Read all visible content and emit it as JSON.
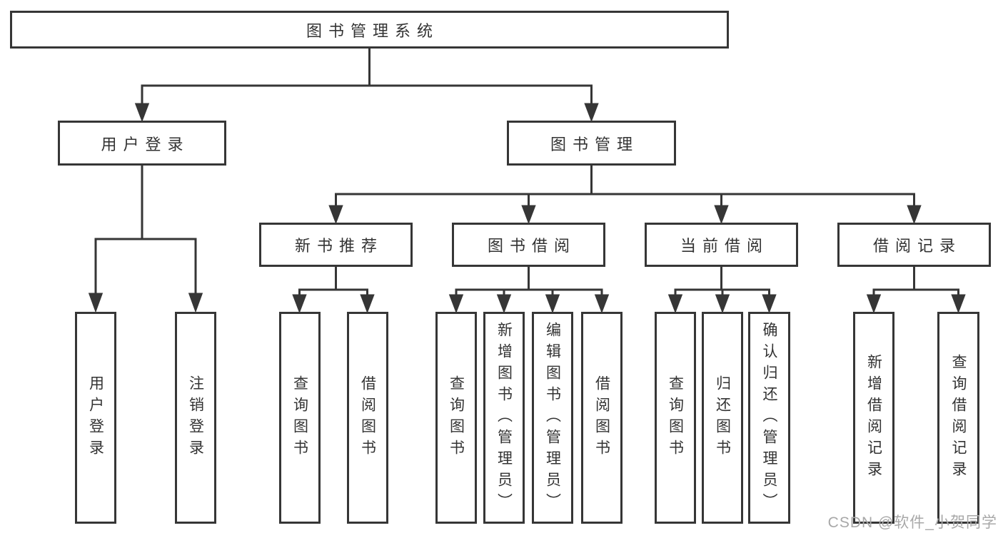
{
  "diagram": {
    "title": "图书管理系统",
    "branches": {
      "user_login": {
        "label": "用户登录",
        "children": [
          {
            "label": "用户登录"
          },
          {
            "label": "注销登录"
          }
        ]
      },
      "book_mgmt": {
        "label": "图书管理",
        "sections": [
          {
            "label": "新书推荐",
            "children": [
              {
                "label": "查询图书"
              },
              {
                "label": "借阅图书"
              }
            ]
          },
          {
            "label": "图书借阅",
            "children": [
              {
                "label": "查询图书"
              },
              {
                "label": "新增图书（管理员）"
              },
              {
                "label": "编辑图书（管理员）"
              },
              {
                "label": "借阅图书"
              }
            ]
          },
          {
            "label": "当前借阅",
            "children": [
              {
                "label": "查询图书"
              },
              {
                "label": "归还图书"
              },
              {
                "label": "确认归还（管理员）"
              }
            ]
          },
          {
            "label": "借阅记录",
            "children": [
              {
                "label": "新增借阅记录"
              },
              {
                "label": "查询借阅记录"
              }
            ]
          }
        ]
      }
    },
    "watermark": "CSDN @软件_小贺同学",
    "colors": {
      "line": "#363636",
      "text": "#333333",
      "box_background": "#ffffff",
      "watermark": "#a8a8a8"
    }
  }
}
